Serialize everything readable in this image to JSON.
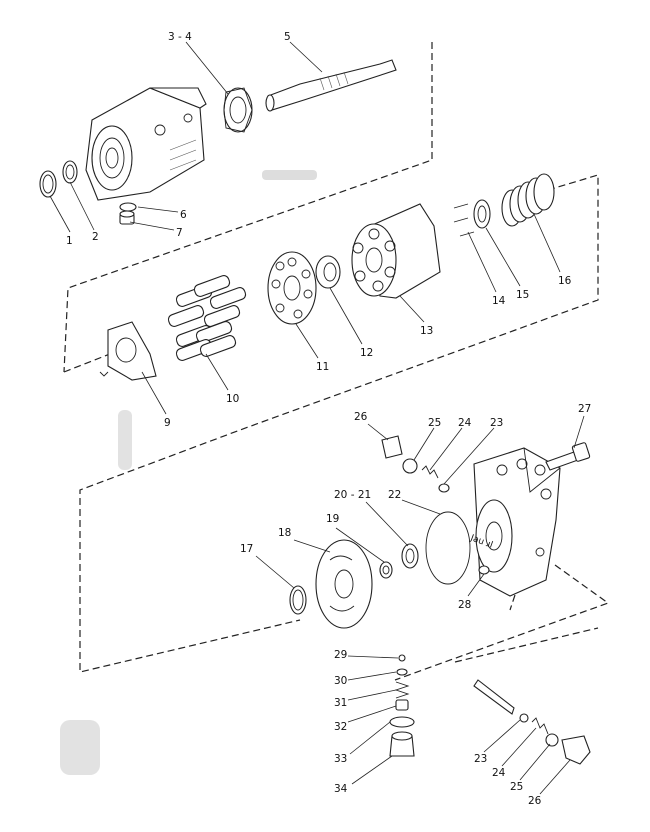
{
  "diagram": {
    "labels": {
      "p1": "1",
      "p2": "2",
      "p3_4": "3 - 4",
      "p5": "5",
      "p6": "6",
      "p7": "7",
      "p9": "9",
      "p10": "10",
      "p11": "11",
      "p12": "12",
      "p13": "13",
      "p14": "14",
      "p15": "15",
      "p16": "16",
      "p17": "17",
      "p18": "18",
      "p19": "19",
      "p20_21": "20 - 21",
      "p22": "22",
      "p23a": "23",
      "p24a": "24",
      "p25a": "25",
      "p26a": "26",
      "p27": "27",
      "p28": "28",
      "p29": "29",
      "p30": "30",
      "p31": "31",
      "p32": "32",
      "p33": "33",
      "p34": "34",
      "p23b": "23",
      "p24b": "24",
      "p25b": "25",
      "p26b": "26"
    },
    "plate_stamp": "Jau ɹl"
  }
}
